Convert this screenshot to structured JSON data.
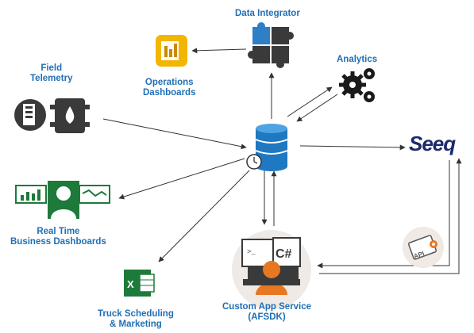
{
  "nodes": {
    "data_integrator": {
      "label": "Data Integrator",
      "icon": "puzzle-icon"
    },
    "operations_dashboards": {
      "line1": "Operations",
      "line2": "Dashboards",
      "icon": "power-bi-icon"
    },
    "field_telemetry": {
      "line1": "Field",
      "line2": "Telemetry",
      "icon": "tank-icon"
    },
    "analytics": {
      "label": "Analytics",
      "icon": "gears-icon"
    },
    "pi_server": {
      "icon": "database-clock-icon"
    },
    "seeq": {
      "label": "Seeq"
    },
    "realtime_dashboards": {
      "line1": "Real Time",
      "line2": "Business Dashboards",
      "icon": "dashboard-user-icon"
    },
    "custom_app": {
      "line1": "Custom App Service",
      "line2": "(AFSDK)",
      "icon_text": "C#",
      "icon": "developer-icon"
    },
    "api": {
      "label": "API",
      "icon": "api-gear-icon"
    },
    "truck_scheduling": {
      "line1": "Truck Scheduling",
      "line2": "& Marketing",
      "icon": "excel-icon"
    }
  },
  "colors": {
    "label_blue": "#1f6fb5",
    "icon_dark": "#3a3a3a",
    "puzzle_blue": "#2f7fc6",
    "db_blue": "#1e78c2",
    "green": "#1e7a3a",
    "gold": "#f2b600",
    "seeq_navy": "#1b2a6b"
  }
}
